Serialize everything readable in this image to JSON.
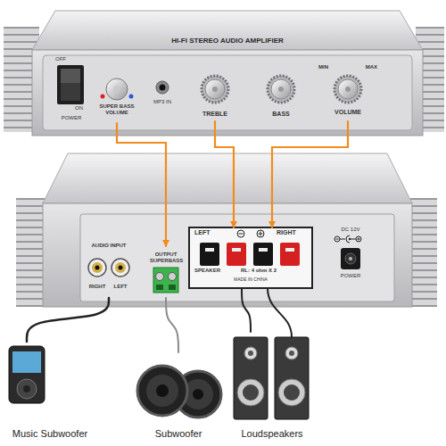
{
  "diagram": {
    "nodes": [
      {
        "text": [
          "HI-FI STEREO AUDIO AMPLIFIER"
        ]
      },
      {
        "text": [
          "SUPER BASS VOLUME"
        ],
        "in": 0
      },
      {
        "text": [
          "TREBLE"
        ],
        "in": 0
      },
      {
        "text": [
          "BASS"
        ],
        "in": 0
      },
      {
        "text": [
          "MIN",
          "MAX",
          "VOLUME"
        ],
        "in": 0
      },
      {
        "text": [
          "AUDIO INPUT",
          "RIGHT",
          "LEFT"
        ]
      },
      {
        "text": [
          "OUTPUT SUPERBASS"
        ]
      },
      {
        "text": [
          "LEFT",
          "RIGHT",
          "SPEAKER",
          "RL: 4 ohm X 2"
        ]
      },
      {
        "text": [
          "Music Subwoofer"
        ]
      },
      {
        "text": [
          "Subwoofer"
        ]
      },
      {
        "text": [
          "Loudspeakers"
        ]
      }
    ],
    "edges": [
      {
        "from": 1,
        "to": 6,
        "arrow": "to"
      },
      {
        "from": 2,
        "to": 7,
        "arrow": "to"
      },
      {
        "from": 4,
        "to": 7,
        "arrow": "to"
      },
      {
        "from": 8,
        "to": 5,
        "arrow": "none"
      },
      {
        "from": 9,
        "to": 6,
        "arrow": "none"
      },
      {
        "from": 10,
        "to": 7,
        "arrow": "none"
      }
    ],
    "labels": [
      "OFF",
      "ON",
      "POWER",
      "MP3 IN",
      "MADE IN CHINA",
      "DC 12V",
      "POWER"
    ]
  }
}
